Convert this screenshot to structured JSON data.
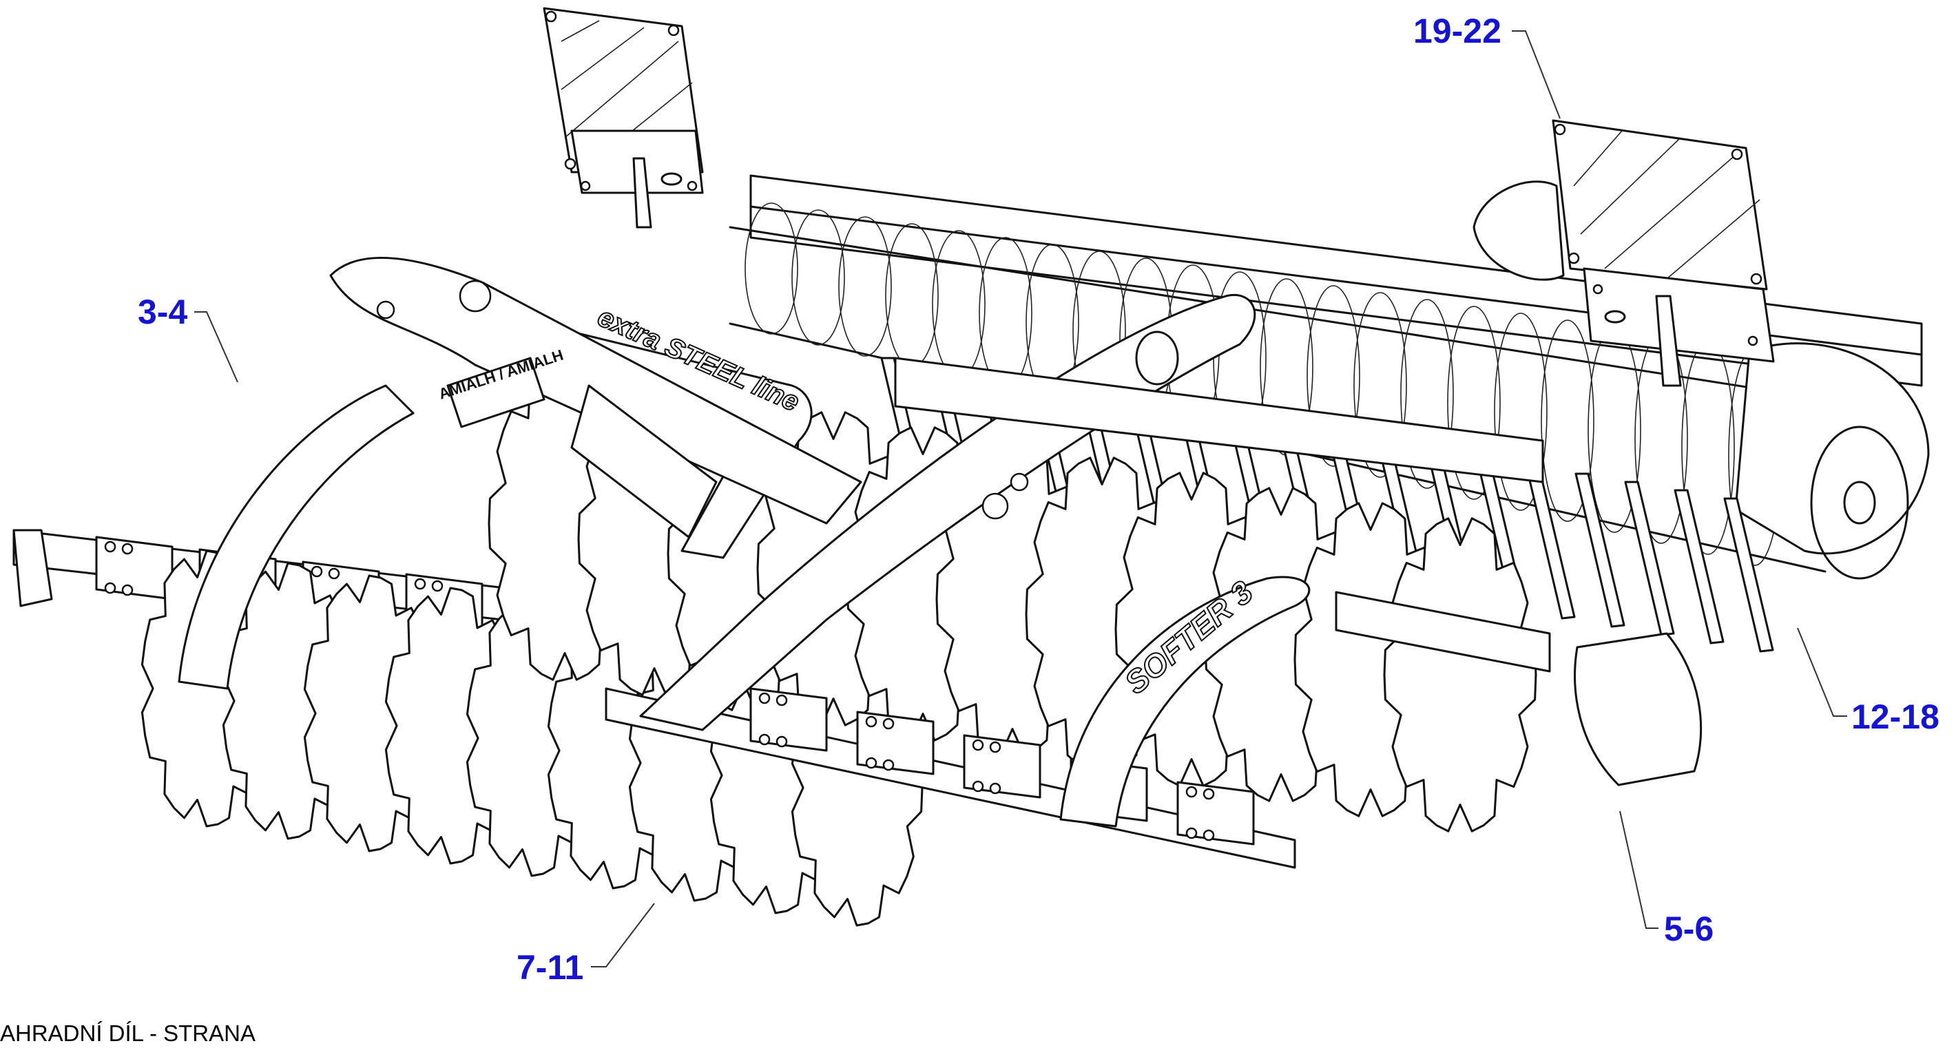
{
  "colors": {
    "callout": "#1414d2",
    "line": "#111111",
    "background": "#ffffff"
  },
  "callouts": [
    {
      "id": "c-19-22",
      "label": "19-22"
    },
    {
      "id": "c-3-4",
      "label": "3-4"
    },
    {
      "id": "c-12-18",
      "label": "12-18"
    },
    {
      "id": "c-5-6",
      "label": "5-6"
    },
    {
      "id": "c-7-11",
      "label": "7-11"
    }
  ],
  "machine_text": {
    "beam_logo": "extra STEEL line",
    "arch_logo": "SOFTER 3",
    "warning_plate": "AMIALH / AMIALH"
  },
  "caption": "AHRADNÍ DÍL - STRANA"
}
